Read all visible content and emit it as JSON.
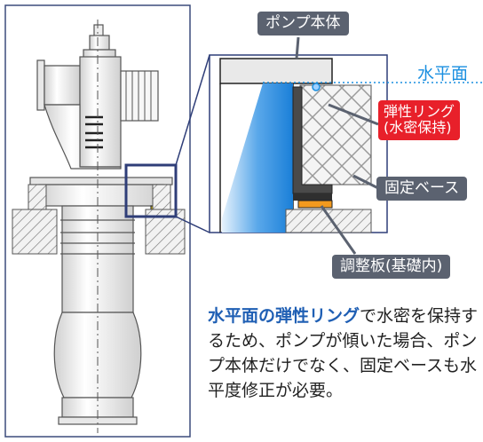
{
  "labels": {
    "pump_body": "ポンプ本体",
    "water_level": "水平面",
    "elastic_ring_line1": "弾性リング",
    "elastic_ring_line2": "(水密保持)",
    "fixed_base": "固定ベース",
    "adjust_plate": "調整板(基礎内)"
  },
  "description": {
    "highlight": "水平面の弾性リング",
    "rest": "で水密を保持するため、ポンプが傾いた場合、ポンプ本体だけでなく、固定ベースも水平度修正が必要。"
  },
  "colors": {
    "frame": "#3b4b7c",
    "water_blue": "#1a8fe0",
    "callout_gray": "#5b6270",
    "callout_red": "#e8202a",
    "adjust_plate": "#f39a1e",
    "highlight_text": "#1f5fb4"
  }
}
